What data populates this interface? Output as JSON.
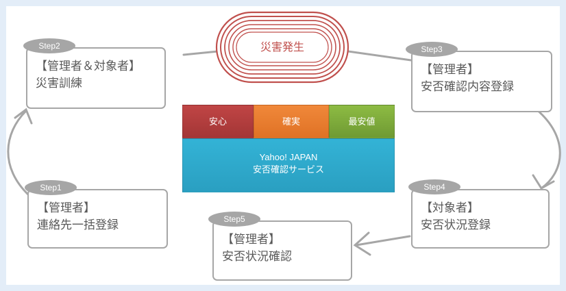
{
  "center_event": "災害発生",
  "service": {
    "segments": [
      "安心",
      "確実",
      "最安値"
    ],
    "name_line1": "Yahoo! JAPAN",
    "name_line2": "安否確認サービス"
  },
  "steps": [
    {
      "tag": "Step1",
      "lines": [
        "【管理者】",
        "連絡先一括登録"
      ]
    },
    {
      "tag": "Step2",
      "lines": [
        "【管理者＆対象者】",
        "災害訓練"
      ]
    },
    {
      "tag": "Step3",
      "lines": [
        "【管理者】",
        "安否確認内容登録"
      ]
    },
    {
      "tag": "Step4",
      "lines": [
        "【対象者】",
        "安否状況登録"
      ]
    },
    {
      "tag": "Step5",
      "lines": [
        "【管理者】",
        "安否状況確認"
      ]
    }
  ],
  "colors": {
    "event_red": "#c0504d",
    "box_border": "#a6a6a6",
    "text_gray": "#595959",
    "anshin": "#b53c3c",
    "kakujitsu": "#e87b2e",
    "saiyasune": "#7ea83b",
    "service": "#2fa9cb"
  }
}
